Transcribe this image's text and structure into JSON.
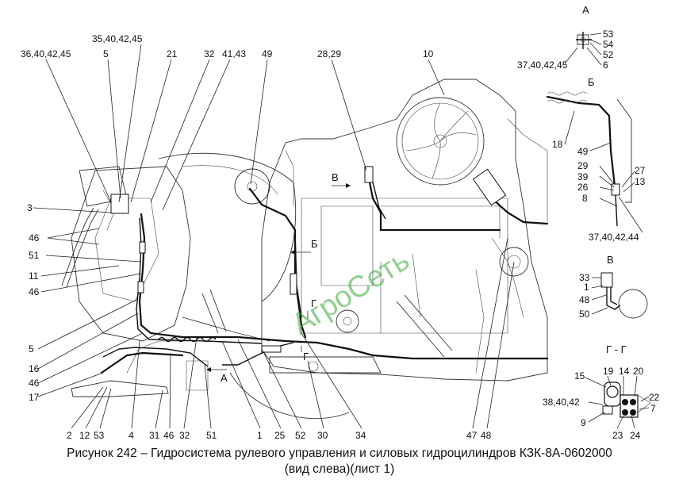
{
  "caption": {
    "line1": "Рисунок 242 – Гидросистема рулевого управления и силовых гидроцилиндров КЗК-8А-0602000",
    "line2": "(вид слева)(лист 1)"
  },
  "watermark": "АгроСеть",
  "section_labels": {
    "A": "А",
    "B": "Б",
    "V": "В",
    "G": "Г - Г",
    "main_V": "В",
    "main_B": "Б",
    "main_G": "Г",
    "main_G2": "Г",
    "main_A": "А"
  },
  "top_callouts": [
    "36,40,42,45",
    "5",
    "35,40,42,45",
    "21",
    "32",
    "41,43",
    "49",
    "28,29",
    "10"
  ],
  "left_callouts": [
    "3",
    "46",
    "51",
    "11",
    "46",
    "5",
    "16",
    "46",
    "17"
  ],
  "bottom_callouts": [
    "2",
    "12",
    "53",
    "4",
    "31",
    "46",
    "32",
    "51",
    "1",
    "25",
    "52",
    "30",
    "34",
    "47",
    "48"
  ],
  "detail_A": [
    "53",
    "54",
    "52",
    "6",
    "37,40,42,45"
  ],
  "detail_B": [
    "18",
    "49",
    "29",
    "39",
    "26",
    "8",
    "27",
    "13",
    "37,40,42,44"
  ],
  "detail_V": [
    "33",
    "1",
    "48",
    "50"
  ],
  "detail_G": [
    "15",
    "19",
    "14",
    "20",
    "22",
    "7",
    "38,40,42",
    "9",
    "23",
    "24"
  ]
}
